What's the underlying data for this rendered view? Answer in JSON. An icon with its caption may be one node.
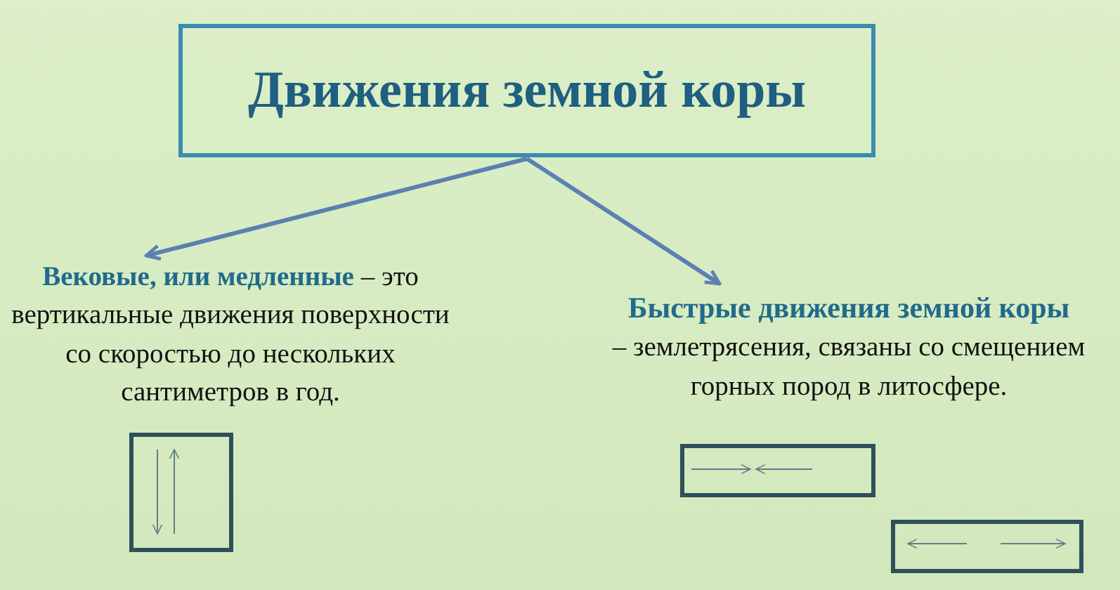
{
  "diagram": {
    "nodes": [
      {
        "text": [
          "Движения земной коры"
        ]
      },
      {
        "text": [
          "**Вековые, или медленные** – это вертикальные движения поверхности со скоростью до нескольких сантиметров в год."
        ]
      },
      {
        "text": [
          "Быстрые движения земной коры",
          "– землетрясения, связаны со смещением горных пород в литосфере."
        ]
      },
      {
        "text": [],
        "shape": "box"
      },
      {
        "text": [],
        "shape": "box"
      },
      {
        "text": [],
        "shape": "box"
      }
    ],
    "edges": [
      {
        "from": 0,
        "to": 1,
        "arrow": "to"
      },
      {
        "from": 0,
        "to": 2,
        "arrow": "to"
      }
    ]
  }
}
